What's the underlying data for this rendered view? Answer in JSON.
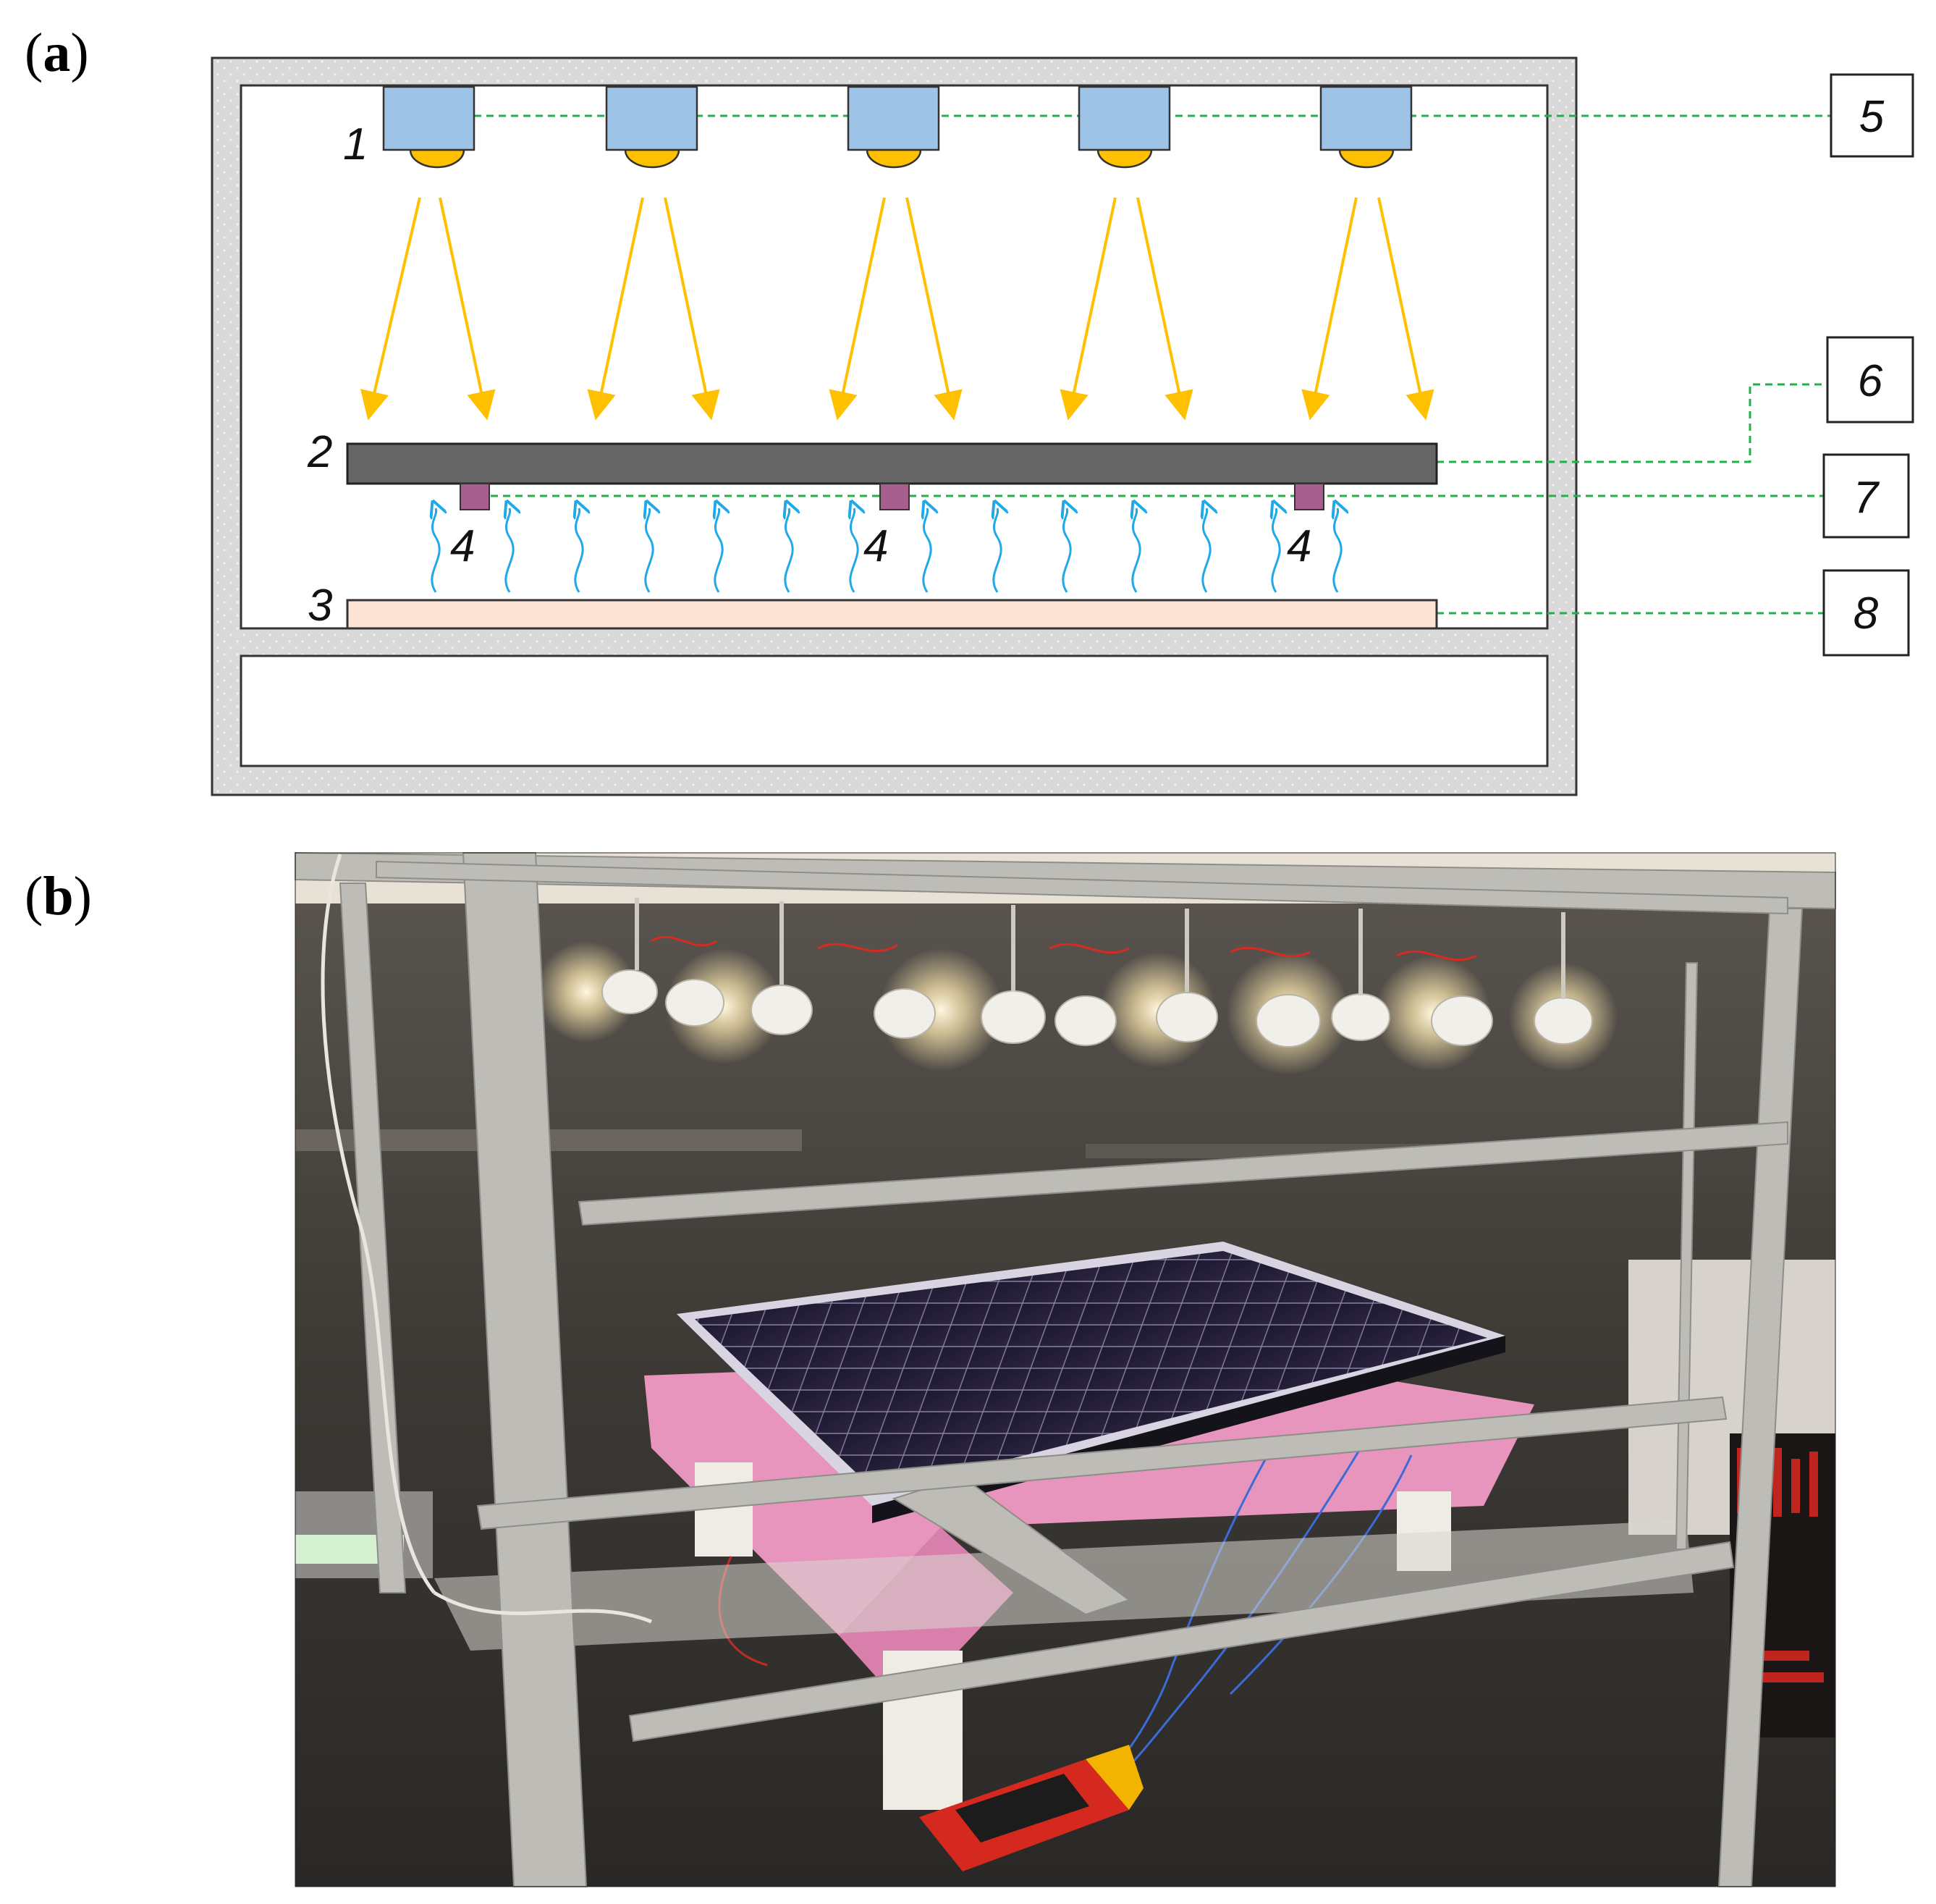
{
  "panels": {
    "a": {
      "label_open": "(",
      "label_letter": "a",
      "label_close": ")"
    },
    "b": {
      "label_open": "(",
      "label_letter": "b",
      "label_close": ")"
    }
  },
  "diagram": {
    "component_labels": {
      "lamp": "1",
      "panel": "2",
      "base": "3",
      "sensor": "4"
    },
    "box_labels": [
      "5",
      "6",
      "7",
      "8"
    ]
  },
  "colors": {
    "enclosure_wall": "#d9d9d9",
    "lamp_housing": "#9dc3e6",
    "lamp_bulb": "#ffc000",
    "light_ray": "#ffc000",
    "panel": "#666666",
    "sensor": "#a65e8c",
    "heat_wave": "#1fa9e8",
    "base_plate": "#fde3d6",
    "connection_line": "#22b04c"
  }
}
